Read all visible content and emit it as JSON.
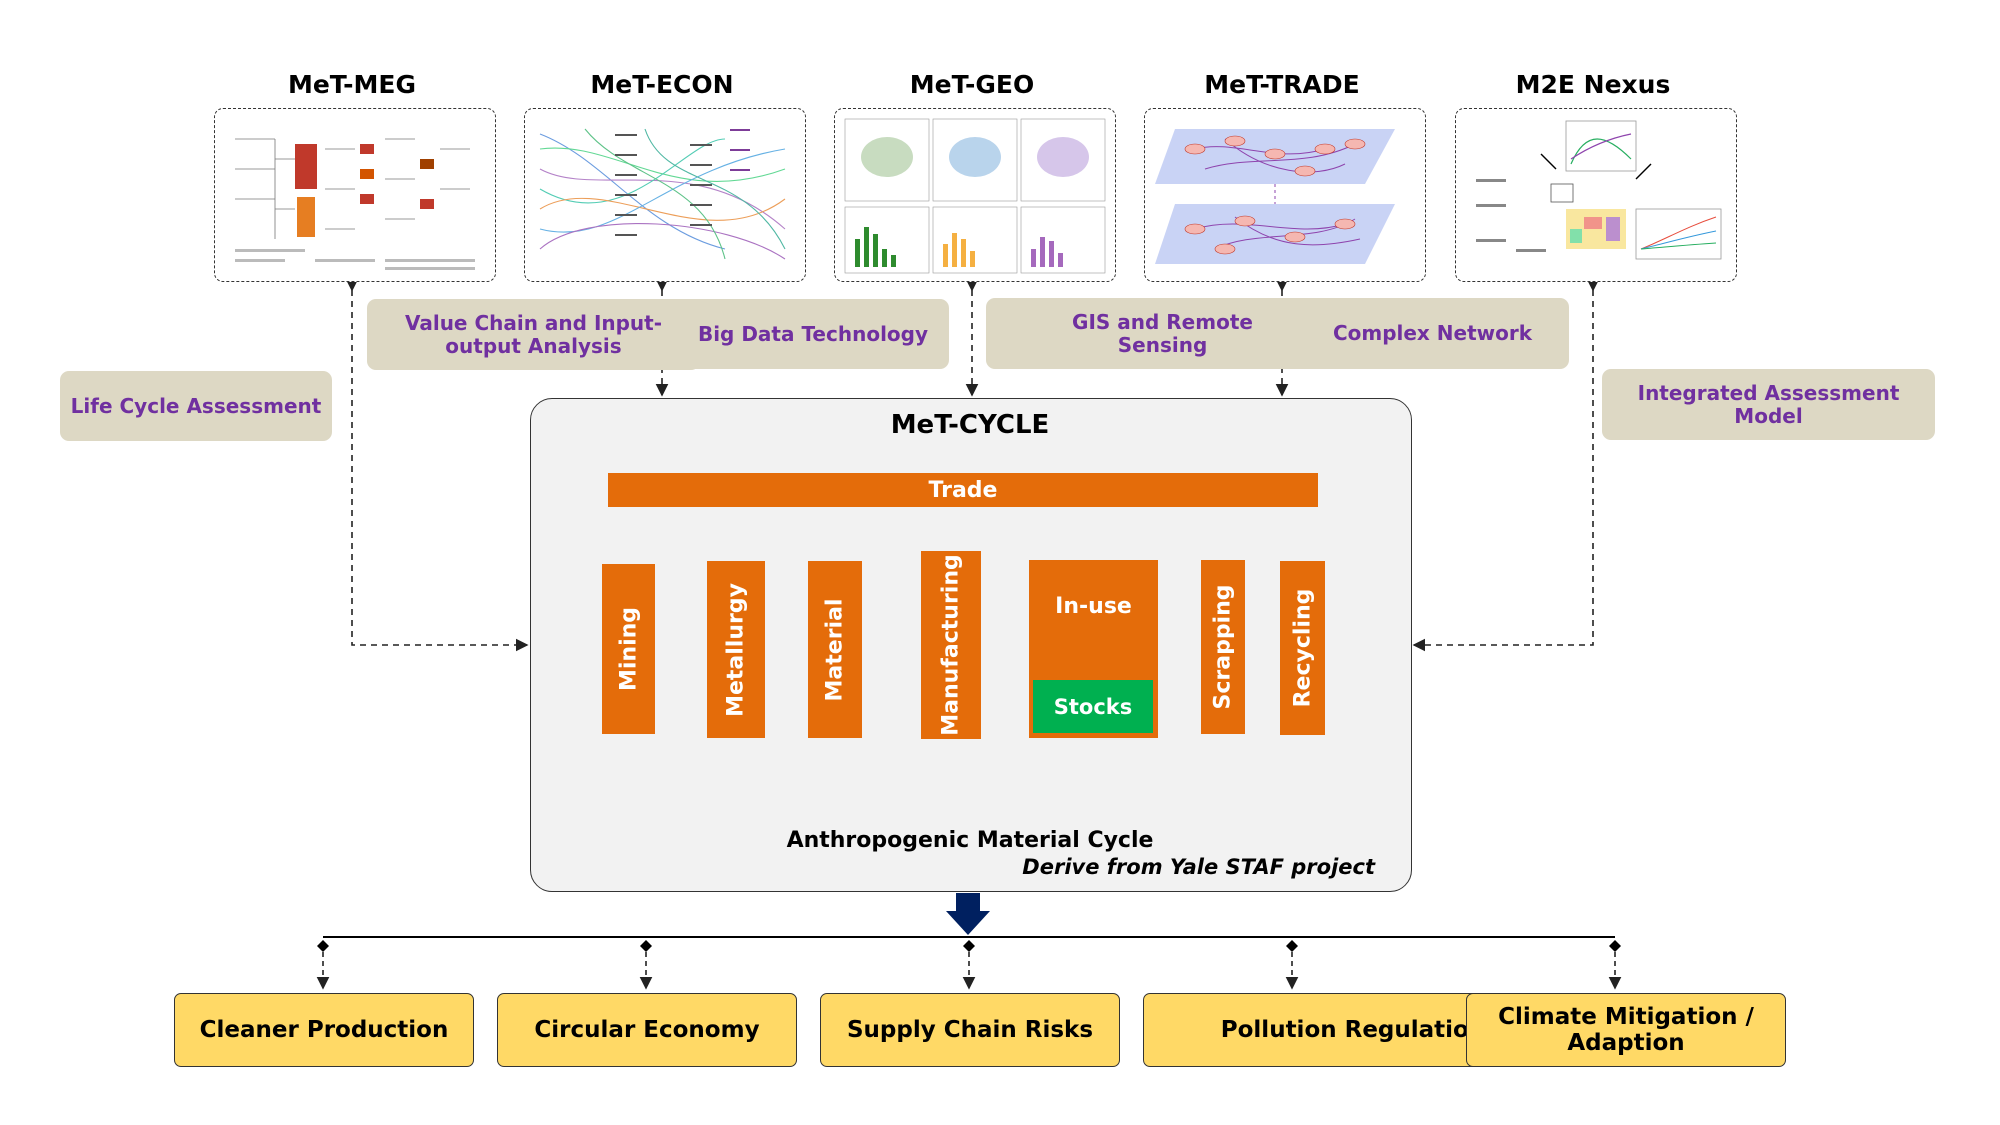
{
  "models": [
    {
      "title": "MeT-MEG"
    },
    {
      "title": "MeT-ECON"
    },
    {
      "title": "MeT-GEO"
    },
    {
      "title": "MeT-TRADE"
    },
    {
      "title": "M2E Nexus"
    }
  ],
  "methods": {
    "lca": "Life Cycle Assessment",
    "value_chain": "Value Chain and Input-output Analysis",
    "big_data": "Big Data Technology",
    "gis": "GIS and Remote Sensing",
    "complex_network": "Complex Network",
    "iam": "Integrated Assessment Model"
  },
  "cycle": {
    "title": "MeT-CYCLE",
    "trade": "Trade",
    "stages": [
      "Mining",
      "Metallurgy",
      "Material",
      "Manufacturing",
      "In-use",
      "Scrapping",
      "Recycling"
    ],
    "stocks": "Stocks",
    "caption": "Anthropogenic Material Cycle",
    "source": "Derive from Yale STAF project"
  },
  "outcomes": [
    "Cleaner Production",
    "Circular Economy",
    "Supply Chain Risks",
    "Pollution Regulation",
    "Climate Mitigation / Adaption"
  ],
  "colors": {
    "stage": "#e46c0a",
    "stocks": "#00b050",
    "method_bg": "#ddd8c4",
    "method_text": "#7030a0",
    "outcome_bg": "#ffd966",
    "flow": "#fbc49a",
    "trade_arrow": "#70ad47",
    "big_arrow": "#002060"
  }
}
